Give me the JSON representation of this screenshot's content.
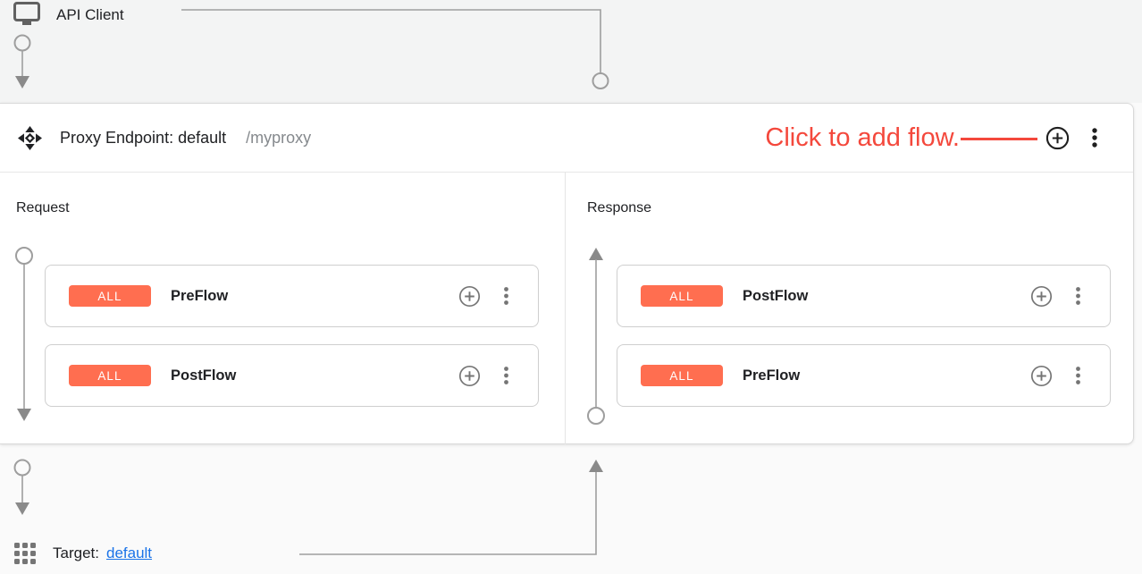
{
  "api_client": {
    "label": "API Client"
  },
  "proxy_endpoint": {
    "title": "Proxy Endpoint: default",
    "basepath": "/myproxy",
    "annotation": {
      "text": "Click to add flow."
    },
    "request": {
      "label": "Request",
      "flows": [
        {
          "condition": "ALL",
          "name": "PreFlow"
        },
        {
          "condition": "ALL",
          "name": "PostFlow"
        }
      ]
    },
    "response": {
      "label": "Response",
      "flows": [
        {
          "condition": "ALL",
          "name": "PostFlow"
        },
        {
          "condition": "ALL",
          "name": "PreFlow"
        }
      ]
    }
  },
  "target": {
    "label": "Target:",
    "link_text": "default"
  },
  "colors": {
    "badge_bg": "#ff6e50",
    "annotation_red": "#f4483c",
    "link_blue": "#1a73e8",
    "connector_gray": "#9e9e9e"
  }
}
